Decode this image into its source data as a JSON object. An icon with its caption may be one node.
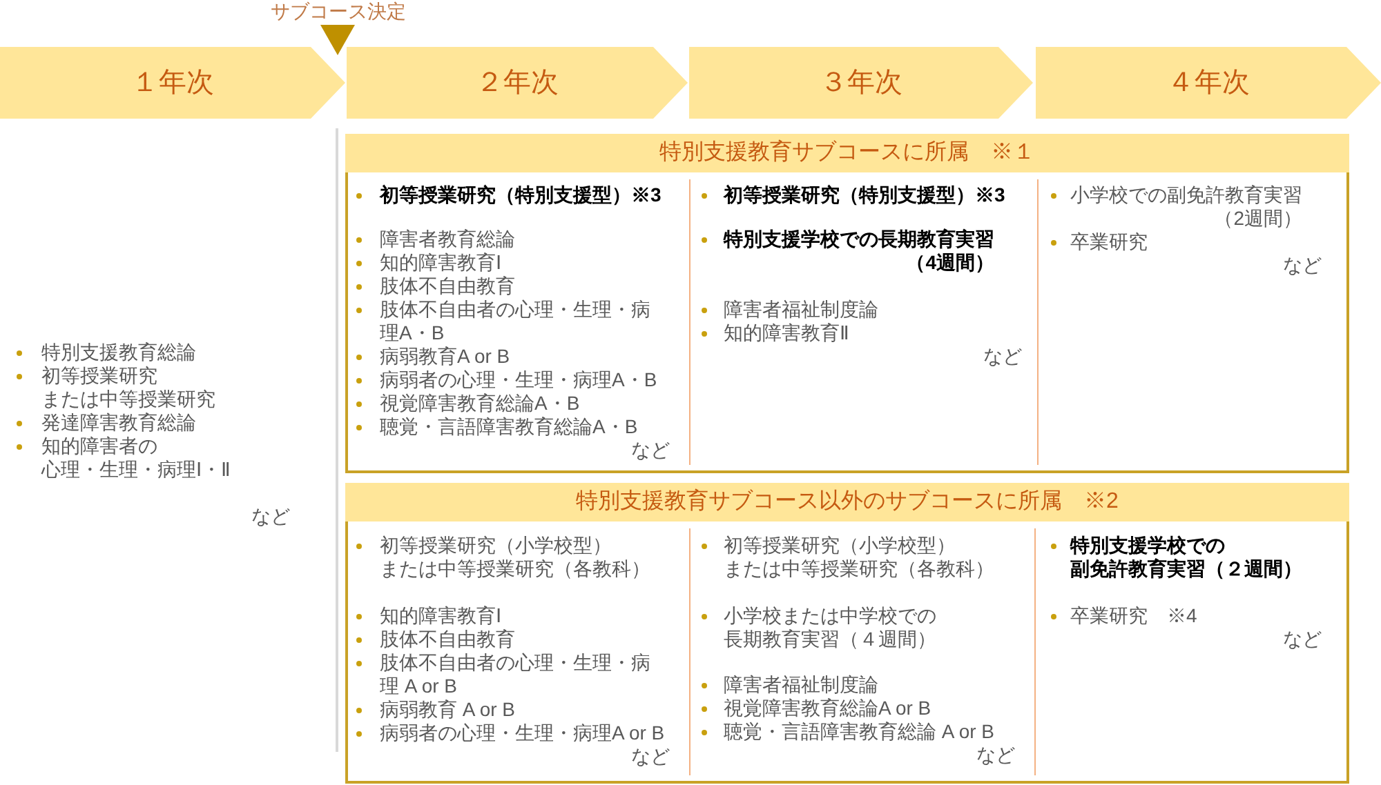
{
  "diagram": {
    "nodes": [
      {
        "text": [
          "１年次"
        ]
      },
      {
        "text": [
          "２年次"
        ]
      },
      {
        "text": [
          "３年次"
        ]
      },
      {
        "text": [
          "４年次"
        ]
      },
      {
        "text": [
          "特別支援教育サブコースに所属　※１"
        ]
      },
      {
        "text": [
          "初等授業研究（特別支援型）※3",
          "障害者教育総論",
          "知的障害教育Ⅰ",
          "肢体不自由教育",
          "肢体不自由者の心理・生理・病理A・B",
          "病弱教育A or B",
          "病弱者の心理・生理・病理A・B",
          "視覚障害教育総論A・B",
          "聴覚・言語障害教育総論A・B",
          "など"
        ],
        "in": 4
      },
      {
        "text": [
          "初等授業研究（特別支援型）※3",
          "特別支援学校での長期教育実習（4週間）",
          "障害者福祉制度論",
          "知的障害教育Ⅱ",
          "など"
        ],
        "in": 4
      },
      {
        "text": [
          "小学校での副免許教育実習（2週間）",
          "卒業研究",
          "など"
        ],
        "in": 4
      },
      {
        "text": [
          "特別支援教育サブコース以外のサブコースに所属　※2"
        ]
      },
      {
        "text": [
          "初等授業研究（小学校型）または中等授業研究（各教科）",
          "知的障害教育Ⅰ",
          "肢体不自由教育",
          "肢体不自由者の心理・生理・病理 A or B",
          "病弱教育 A or B",
          "病弱者の心理・生理・病理A or B",
          "など"
        ],
        "in": 8
      },
      {
        "text": [
          "初等授業研究（小学校型）または中等授業研究（各教科）",
          "小学校または中学校での長期教育実習（４週間）",
          "障害者福祉制度論",
          "視覚障害教育総論A or B",
          "聴覚・言語障害教育総論 A or B",
          "など"
        ],
        "in": 8
      },
      {
        "text": [
          "特別支援学校での副免許教育実習（２週間）",
          "卒業研究　※4",
          "など"
        ],
        "in": 8
      }
    ],
    "labels": [
      "サブコース決定",
      "特別支援教育総論",
      "初等授業研究または中等授業研究",
      "発達障害教育総論",
      "知的障害者の心理・生理・病理Ⅰ・Ⅱ",
      "など"
    ]
  }
}
